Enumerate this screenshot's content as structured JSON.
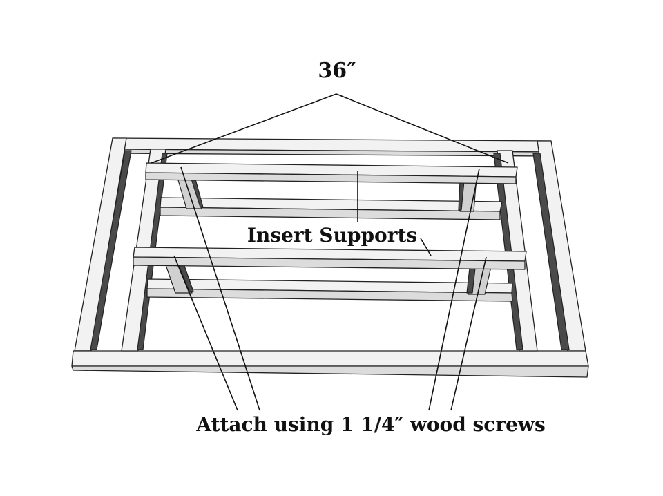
{
  "labels": {
    "dimension": "36″",
    "supports": "Insert Supports",
    "screws": "Attach using 1 1/4″ wood screws"
  },
  "colors": {
    "ink": "#111111",
    "board_top": "#f2f2f2",
    "board_front": "#dcdcdc",
    "board_shadow": "#4a4a4a"
  }
}
